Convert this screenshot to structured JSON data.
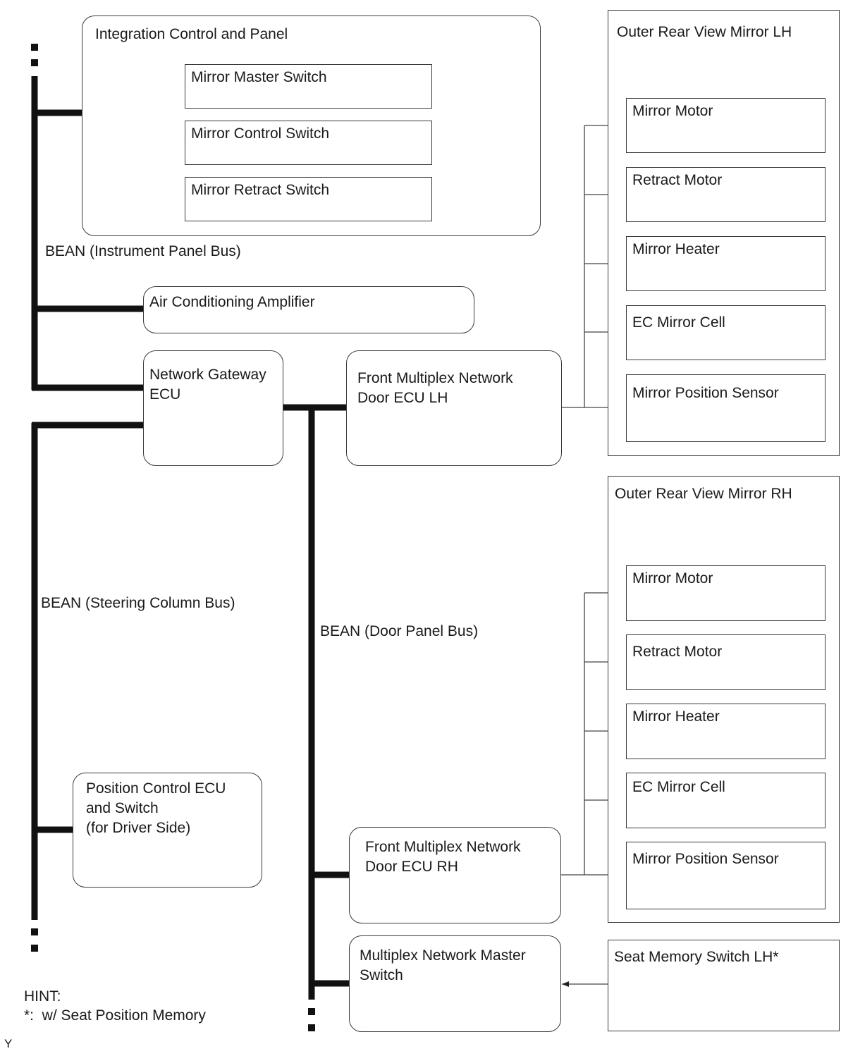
{
  "integration_panel": {
    "title": "Integration Control and Panel",
    "switches": [
      "Mirror Master Switch",
      "Mirror Control Switch",
      "Mirror Retract Switch"
    ]
  },
  "buses": {
    "instrument_panel": "BEAN (Instrument Panel Bus)",
    "steering_column": "BEAN (Steering Column Bus)",
    "door_panel": "BEAN (Door Panel Bus)"
  },
  "ecus": {
    "air_conditioning": "Air Conditioning Amplifier",
    "gateway": "Network Gateway\nECU",
    "door_lh": "Front Multiplex Network\nDoor ECU LH",
    "door_rh": "Front Multiplex Network\nDoor ECU RH",
    "master_switch": "Multiplex Network Master\nSwitch",
    "position_control": "Position Control ECU\nand Switch\n(for Driver Side)"
  },
  "mirror_lh": {
    "title": "Outer Rear View Mirror LH",
    "components": [
      "Mirror Motor",
      "Retract Motor",
      "Mirror Heater",
      "EC Mirror Cell",
      "Mirror Position Sensor"
    ]
  },
  "mirror_rh": {
    "title": "Outer Rear View Mirror RH",
    "components": [
      "Mirror Motor",
      "Retract Motor",
      "Mirror Heater",
      "EC Mirror Cell",
      "Mirror Position Sensor"
    ]
  },
  "seat_memory": "Seat Memory Switch LH*",
  "hint": {
    "title": "HINT:",
    "note": "*:  w/ Seat Position Memory"
  },
  "corner_mark": "Y"
}
